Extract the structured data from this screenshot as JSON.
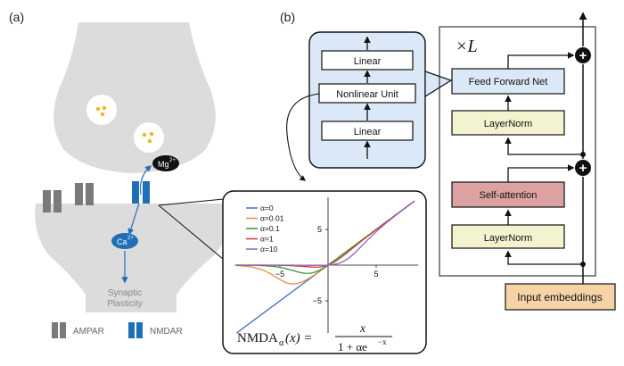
{
  "panels": {
    "a": "(a)",
    "b": "(b)"
  },
  "synapse": {
    "ion_mg": "Mg",
    "ion_mg_sup": "2+",
    "ion_ca": "Ca",
    "ion_ca_sup": "2+",
    "plasticity_line1": "Synaptic",
    "plasticity_line2": "Plasticity",
    "legend_ampar": "AMPAR",
    "legend_nmdar": "NMDAR"
  },
  "ffn_detail": {
    "linear_top": "Linear",
    "nonlinear": "Nonlinear Unit",
    "linear_bottom": "Linear"
  },
  "transformer": {
    "repeat_label": "×L",
    "ffn": "Feed Forward Net",
    "layernorm_top": "LayerNorm",
    "self_attention": "Self-attention",
    "layernorm_bottom": "LayerNorm",
    "input": "Input embeddings",
    "add_symbol": "+"
  },
  "formula": {
    "lhs": "NMDA",
    "subscript": "α",
    "arg": "(x) =",
    "numerator": "x",
    "denominator": "1 + αe",
    "exponent": "−x"
  },
  "colors": {
    "gray_body": "#dcdcdc",
    "receptor_gray": "#7a7a7a",
    "receptor_blue": "#1f6fb8",
    "detail_fill": "#dbe8f7",
    "layernorm_fill": "#f4f3cf",
    "attention_fill": "#dca2a2",
    "input_fill": "#f7d3a8"
  },
  "chart_data": {
    "type": "line",
    "title": "",
    "xlabel": "",
    "ylabel": "",
    "xlim": [
      -10,
      10
    ],
    "ylim": [
      -10,
      10
    ],
    "xticks": [
      -5,
      5
    ],
    "yticks": [
      -5,
      5
    ],
    "xtick_labels": [
      "−5",
      "5"
    ],
    "ytick_labels": [
      "−5",
      "5"
    ],
    "grid": false,
    "legend_position": "top-left",
    "function": "x / (1 + alpha * exp(-x))",
    "series": [
      {
        "name": "α=0",
        "alpha": 0,
        "color": "#3b6fc2"
      },
      {
        "name": "α=0.01",
        "alpha": 0.01,
        "color": "#e88a3a"
      },
      {
        "name": "α=0.1",
        "alpha": 0.1,
        "color": "#2e9a3e"
      },
      {
        "name": "α=1",
        "alpha": 1,
        "color": "#d43a2f"
      },
      {
        "name": "α=10",
        "alpha": 10,
        "color": "#8e62c2"
      }
    ]
  }
}
